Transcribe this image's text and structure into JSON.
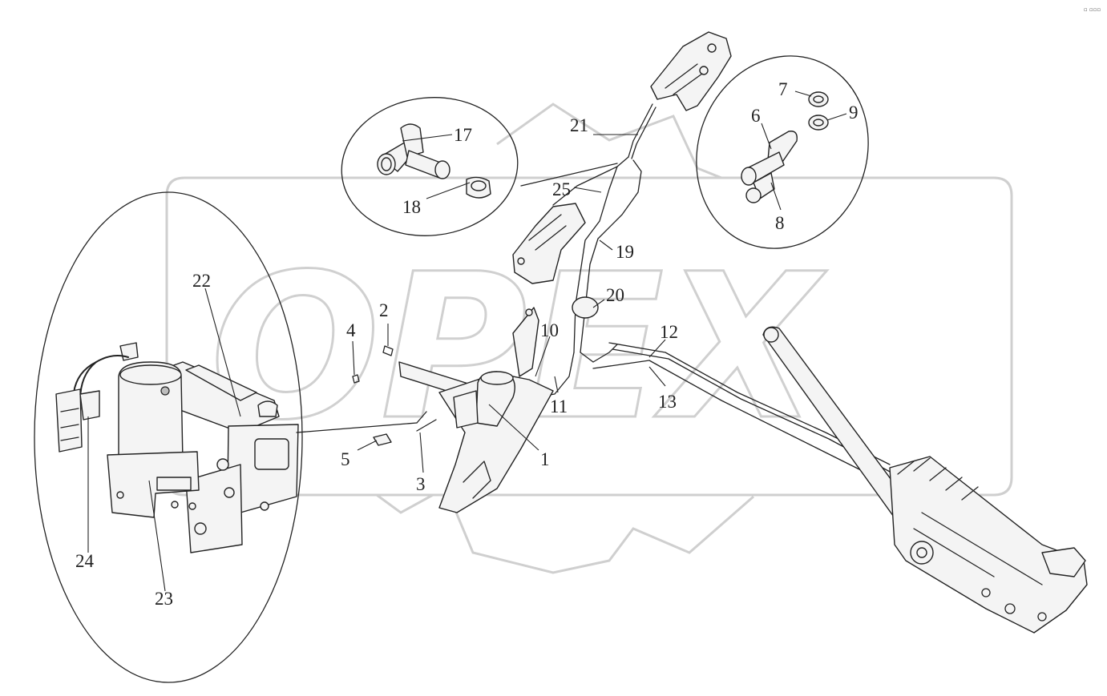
{
  "diagram": {
    "watermark": "OPEX",
    "corner_mark": "▫ ▫▫▫",
    "callouts": [
      {
        "id": "1",
        "label": "1"
      },
      {
        "id": "2",
        "label": "2"
      },
      {
        "id": "3",
        "label": "3"
      },
      {
        "id": "4",
        "label": "4"
      },
      {
        "id": "5",
        "label": "5"
      },
      {
        "id": "6",
        "label": "6"
      },
      {
        "id": "7",
        "label": "7"
      },
      {
        "id": "8",
        "label": "8"
      },
      {
        "id": "9",
        "label": "9"
      },
      {
        "id": "10",
        "label": "10"
      },
      {
        "id": "11",
        "label": "11"
      },
      {
        "id": "12",
        "label": "12"
      },
      {
        "id": "13",
        "label": "13"
      },
      {
        "id": "17",
        "label": "17"
      },
      {
        "id": "18",
        "label": "18"
      },
      {
        "id": "19",
        "label": "19"
      },
      {
        "id": "20",
        "label": "20"
      },
      {
        "id": "21",
        "label": "21"
      },
      {
        "id": "22",
        "label": "22"
      },
      {
        "id": "23",
        "label": "23"
      },
      {
        "id": "24",
        "label": "24"
      },
      {
        "id": "25",
        "label": "25"
      }
    ]
  }
}
